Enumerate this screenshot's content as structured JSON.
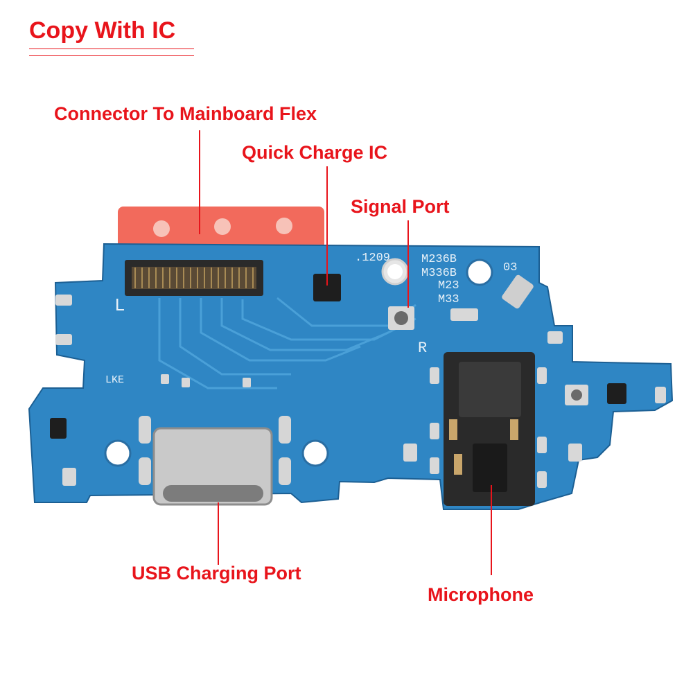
{
  "header": {
    "title": "Copy With IC"
  },
  "callouts": {
    "connector": "Connector To Mainboard Flex",
    "quick_charge": "Quick Charge IC",
    "signal_port": "Signal Port",
    "usb_port": "USB Charging Port",
    "microphone": "Microphone"
  },
  "board_markings": {
    "code": ".1209",
    "models": [
      "M236B",
      "M336B",
      "M23",
      "M33"
    ],
    "rev": "03",
    "lke": "LKE",
    "l_mark": "L",
    "r_mark": "R"
  },
  "colors": {
    "label_red": "#e8141b",
    "pcb_blue": "#2f86c4",
    "flex_red": "#f26a5c",
    "connector_black": "#2a2a2a",
    "metal": "#c9c9c9"
  }
}
